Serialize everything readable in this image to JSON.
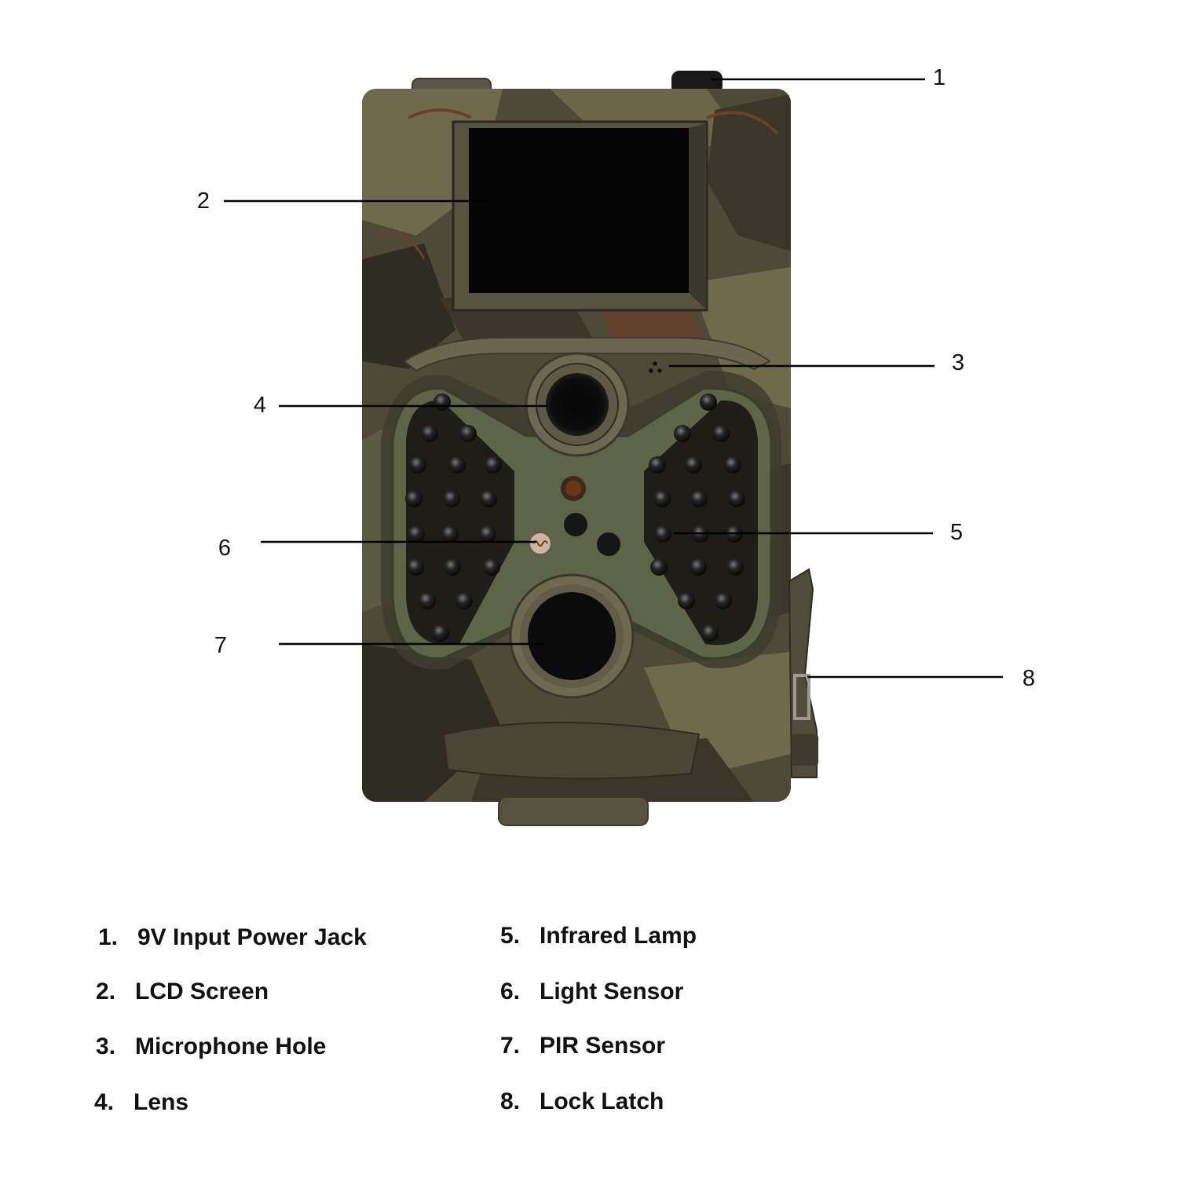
{
  "callouts": [
    "1",
    "2",
    "3",
    "4",
    "5",
    "6",
    "7",
    "8"
  ],
  "legend": [
    {
      "num": "1.",
      "label": "9V Input Power Jack"
    },
    {
      "num": "2.",
      "label": "LCD Screen"
    },
    {
      "num": "3.",
      "label": "Microphone Hole"
    },
    {
      "num": "4.",
      "label": "Lens"
    },
    {
      "num": "5.",
      "label": "Infrared Lamp"
    },
    {
      "num": "6.",
      "label": "Light Sensor"
    },
    {
      "num": "7.",
      "label": "PIR Sensor"
    },
    {
      "num": "8.",
      "label": "Lock Latch"
    }
  ],
  "colors": {
    "body": "#4a4a38",
    "camo_light": "#6f6a4e",
    "camo_dark": "#2f2c22",
    "camo_rust": "#6a3f2c",
    "panel_green": "#5d6447",
    "screen": "#050505",
    "leader_line": "#000000"
  }
}
